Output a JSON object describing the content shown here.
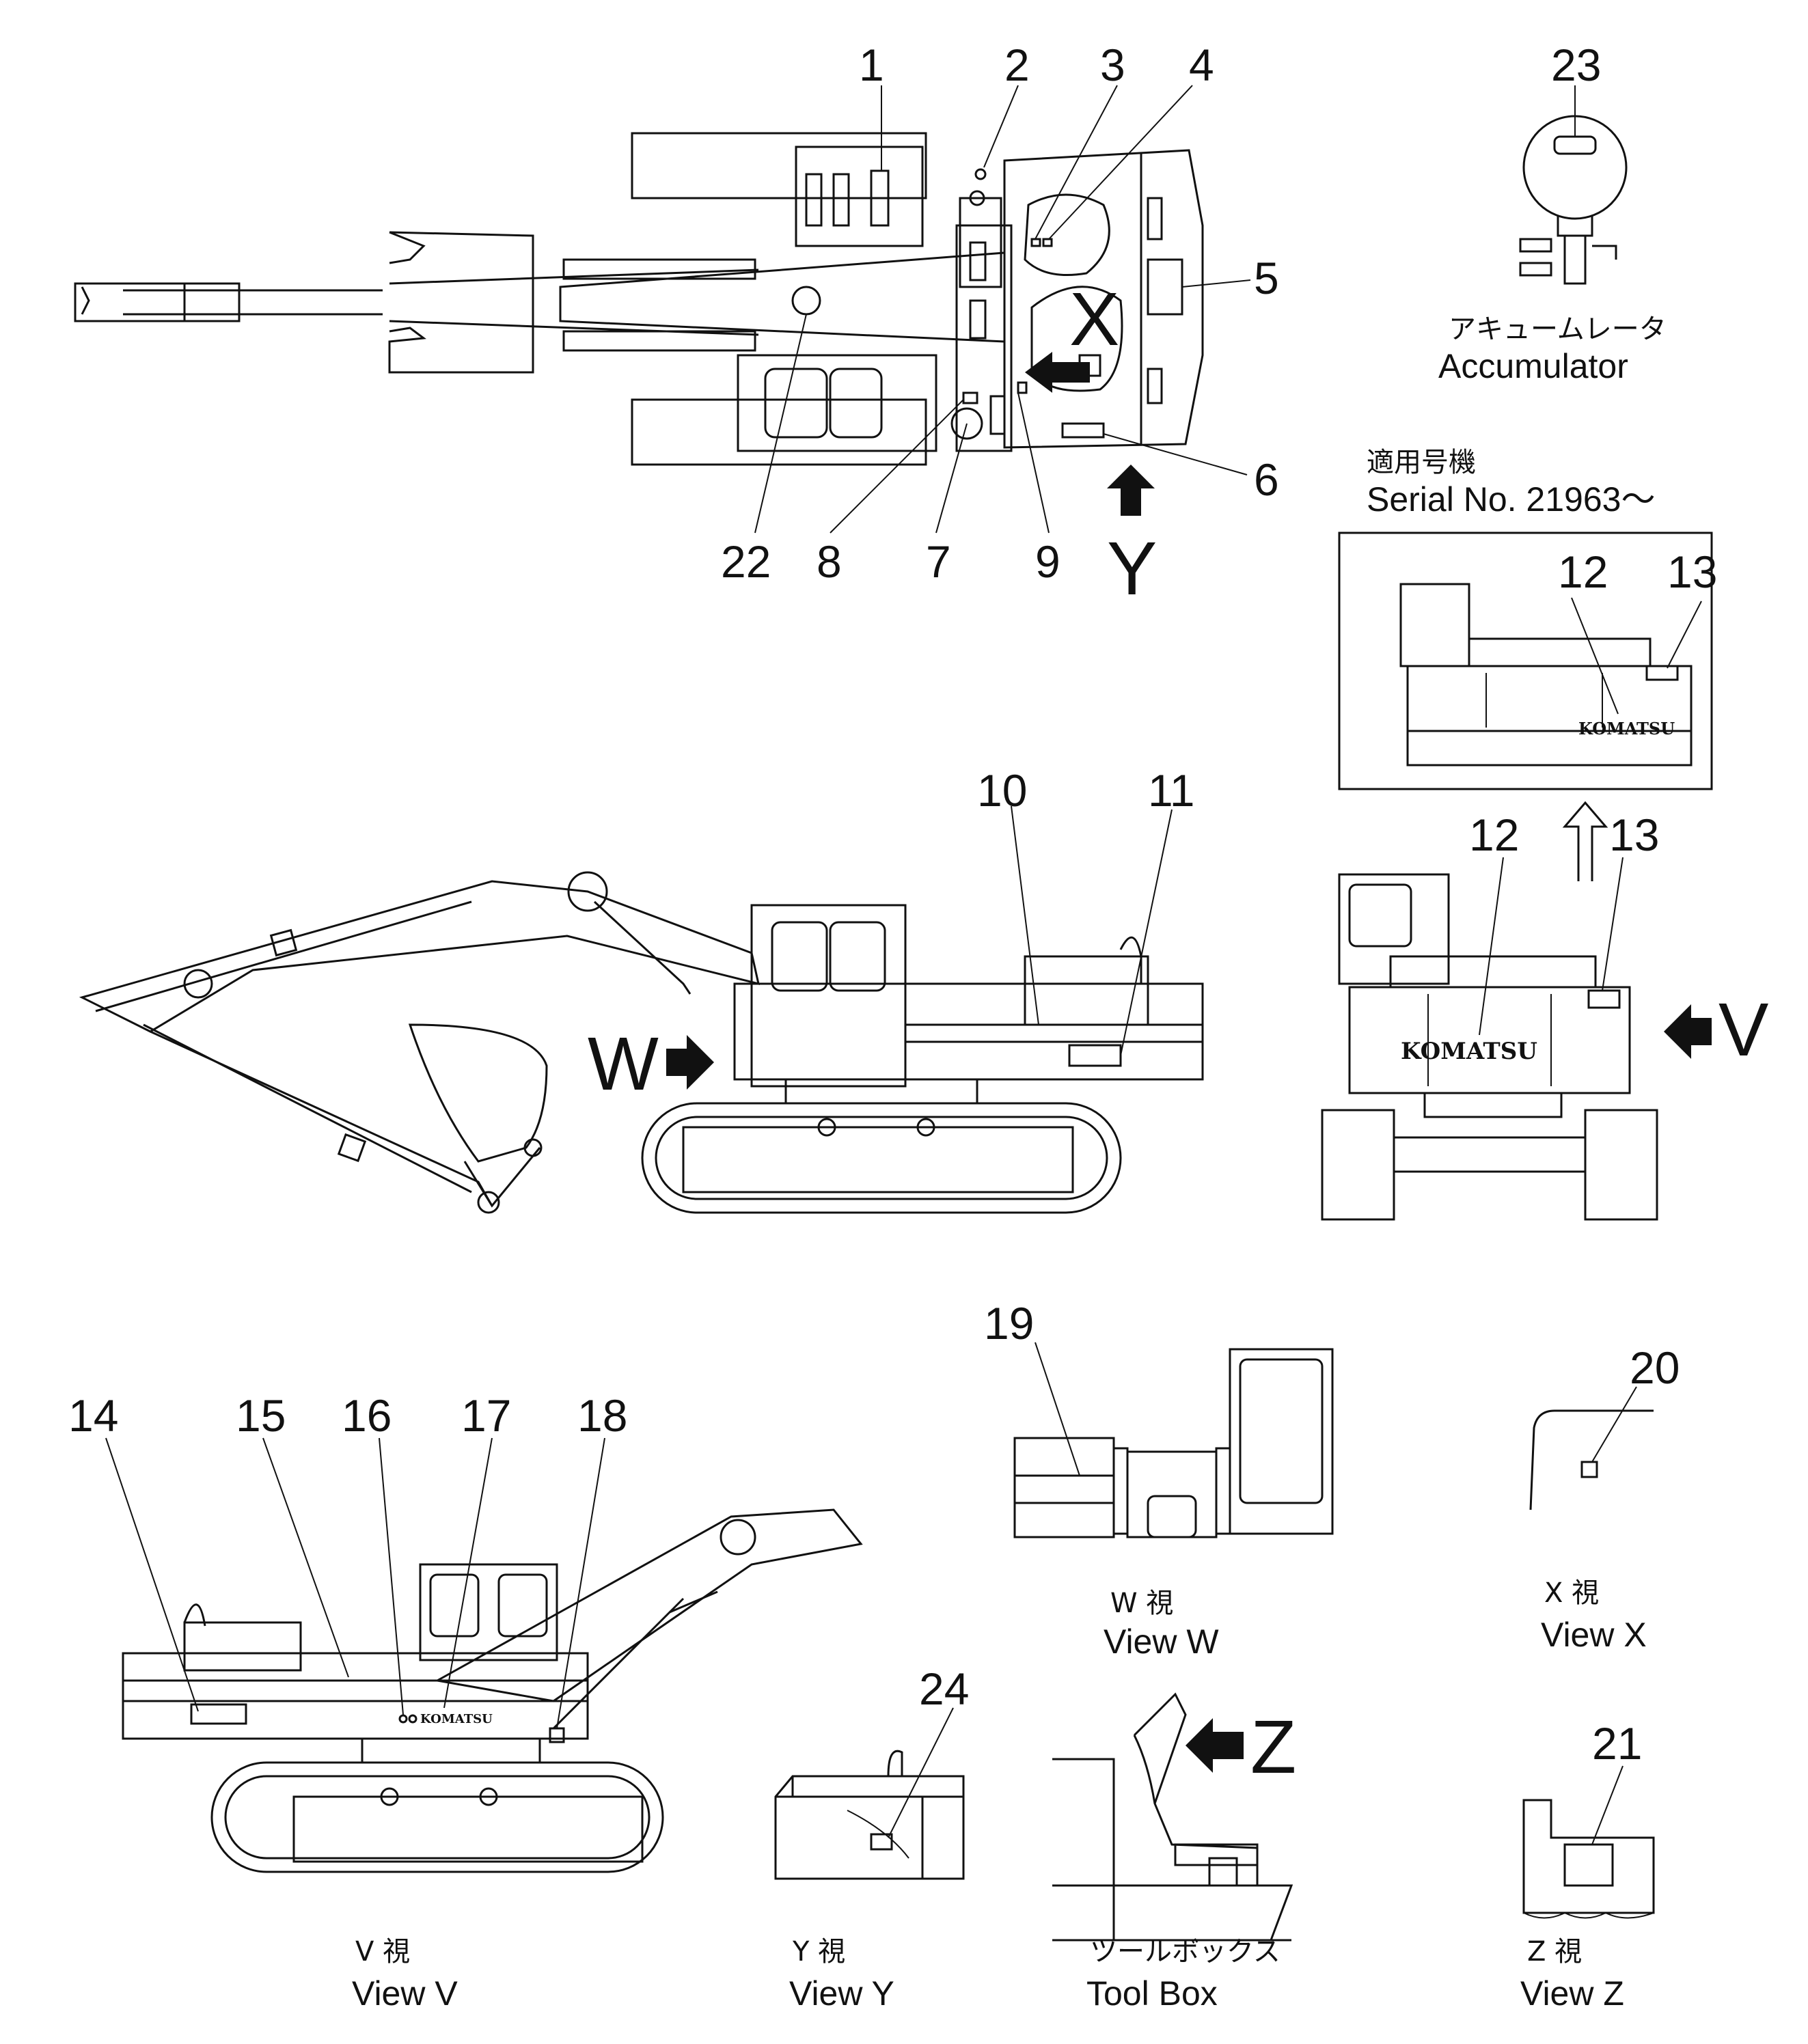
{
  "callouts": {
    "c1": "1",
    "c2": "2",
    "c3": "3",
    "c4": "4",
    "c5": "5",
    "c6": "6",
    "c7": "7",
    "c8": "8",
    "c9": "9",
    "c10": "10",
    "c11": "11",
    "c12a": "12",
    "c13a": "13",
    "c12b": "12",
    "c13b": "13",
    "c14": "14",
    "c15": "15",
    "c16": "16",
    "c17": "17",
    "c18": "18",
    "c19": "19",
    "c20": "20",
    "c21": "21",
    "c22": "22",
    "c23": "23",
    "c24": "24"
  },
  "view_markers": {
    "x": "X",
    "y": "Y",
    "w": "W",
    "v": "V",
    "z": "Z"
  },
  "brand": {
    "komatsu_inset": "KOMATSU",
    "komatsu_rear": "KOMATSU",
    "komatsu_side": "KOMATSU"
  },
  "accumulator": {
    "jp": "アキュームレータ",
    "en": "Accumulator"
  },
  "serial": {
    "jp": "適用号機",
    "en": "Serial  No. 21963～"
  },
  "views": {
    "w_jp": "W    視",
    "w_en": "View  W",
    "x_jp": "X    視",
    "x_en": "View  X",
    "v_jp": "V    視",
    "v_en": "View  V",
    "y_jp": "Y    視",
    "y_en": "View  Y",
    "toolbox_jp": "ツールボックス",
    "toolbox_en": "Tool  Box",
    "z_jp": "Z    視",
    "z_en": "View  Z"
  }
}
